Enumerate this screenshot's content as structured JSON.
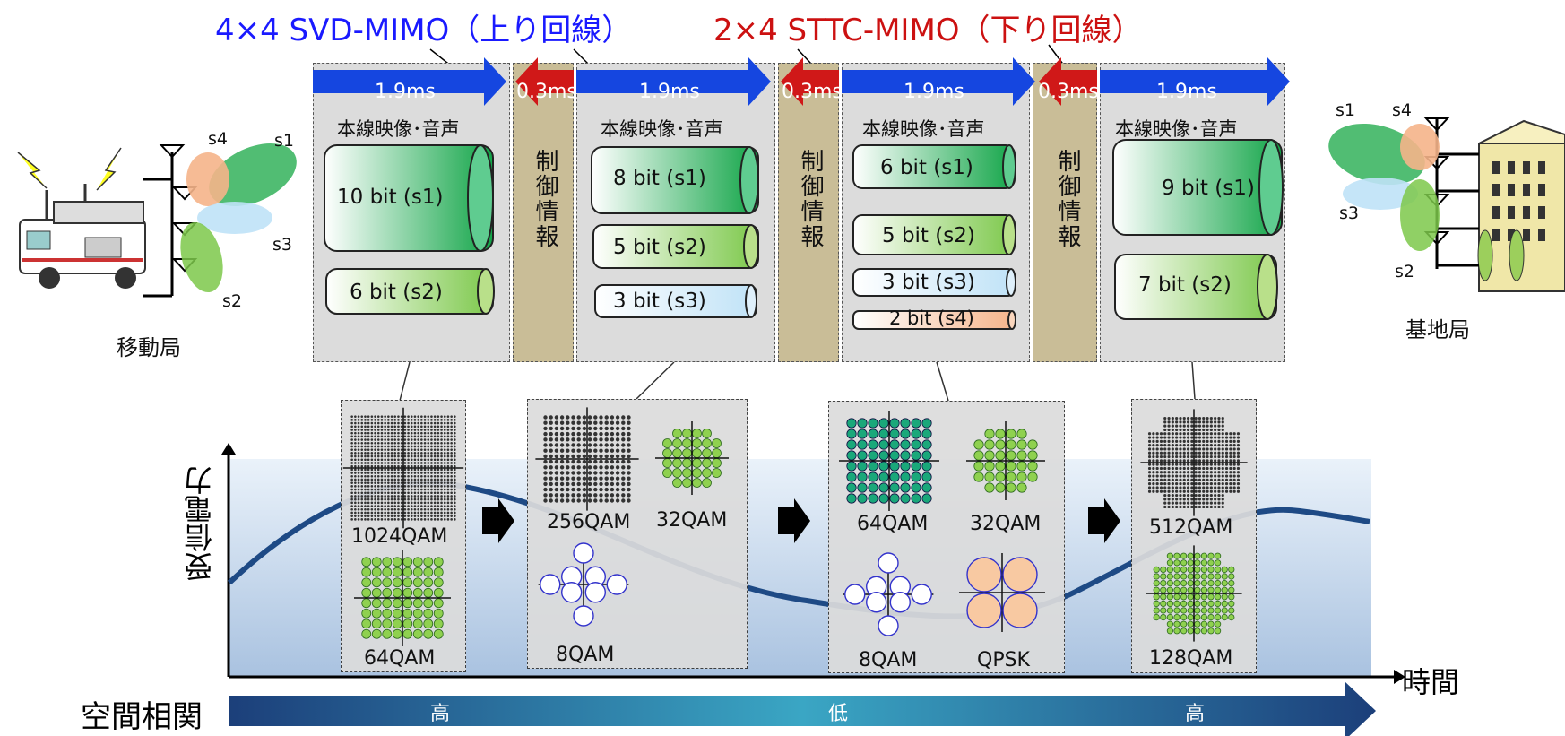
{
  "titles": {
    "uplink": "4×4 SVD-MIMO（上り回線）",
    "downlink": "2×4 STTC-MIMO（下り回線）"
  },
  "frame": {
    "slot_duration": "1.9ms",
    "control_duration": "0.3ms",
    "control_label": "制御情報",
    "segment_title": "本線映像･音声",
    "segments": [
      {
        "streams": [
          "10 bit (s1)",
          "6 bit (s2)"
        ]
      },
      {
        "streams": [
          "8 bit (s1)",
          "5 bit (s2)",
          "3 bit (s3)"
        ]
      },
      {
        "streams": [
          "6 bit (s1)",
          "5 bit (s2)",
          "3 bit (s3)",
          "2 bit (s4)"
        ]
      },
      {
        "streams": [
          "9 bit (s1)",
          "7 bit (s2)"
        ]
      }
    ]
  },
  "stations": {
    "mobile": "移動局",
    "base": "基地局",
    "mobile_streams": [
      "s4",
      "s1",
      "s3",
      "s2"
    ],
    "base_streams": [
      "s1",
      "s4",
      "s3",
      "s2"
    ]
  },
  "modulation_groups": [
    {
      "labels": [
        "1024QAM",
        "64QAM"
      ]
    },
    {
      "labels": [
        "256QAM",
        "32QAM",
        "8QAM"
      ]
    },
    {
      "labels": [
        "64QAM",
        "32QAM",
        "8QAM",
        "QPSK"
      ]
    },
    {
      "labels": [
        "512QAM",
        "128QAM"
      ]
    }
  ],
  "axes": {
    "y_label": "受信電力",
    "x_label": "時間"
  },
  "spatial_correlation": {
    "label": "空間相関",
    "values": [
      "高",
      "低",
      "高"
    ]
  },
  "colors": {
    "uplink_arrow": "#1546e0",
    "downlink_arrow": "#d01818",
    "power_curve": "#1e4a85",
    "correlation_bar": "#1f5f9a",
    "stream_s1": "#1aa84c",
    "stream_s2": "#7cc84a",
    "stream_s3": "#bfe2f7",
    "stream_s4": "#f5b48a"
  }
}
